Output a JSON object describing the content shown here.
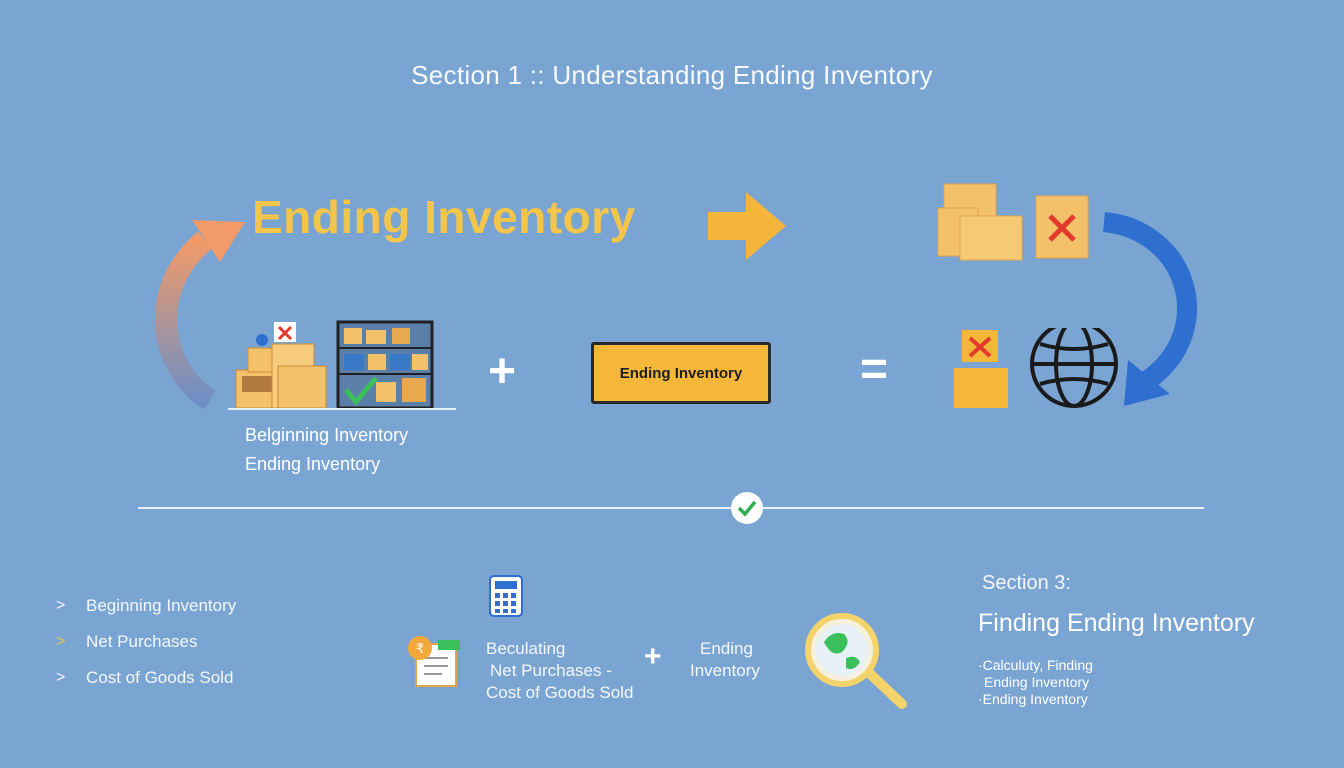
{
  "title": "Section 1 :: Understanding Ending Inventory",
  "heading": "Ending Inventory",
  "equation": {
    "plus": "+",
    "equals": "=",
    "box_label": "Ending Inventory"
  },
  "left_caption": {
    "line1": "Belginning Inventory",
    "line2": "Ending Inventory"
  },
  "bullets": [
    {
      "marker": ">",
      "label": "Beginning Inventory"
    },
    {
      "marker": ">",
      "label": "Net Purchases"
    },
    {
      "marker": ">",
      "label": "Cost of Goods Sold"
    }
  ],
  "middle": {
    "line1": "Beculating",
    "line2": "Net Purchases -",
    "line3": "Cost of Goods Sold",
    "plus": "+",
    "right_line1": "Ending",
    "right_line2": "Inventory"
  },
  "section3": {
    "label": "Section 3:",
    "title": "Finding Ending Inventory",
    "items": [
      "·Calculuty, Finding",
      "Ending Inventory",
      "·Ending Inventory"
    ]
  },
  "colors": {
    "background": "#7aa5d2",
    "heading": "#f3c54a",
    "box": "#f4b73a",
    "arrow_left": "#f2a06e",
    "arrow_right": "#2f6fd0"
  }
}
